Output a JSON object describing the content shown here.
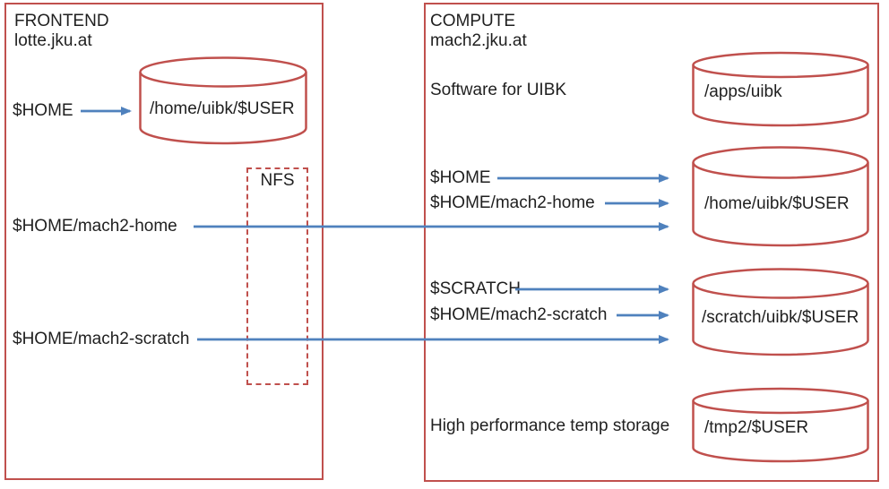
{
  "colors": {
    "box_red": "#c0504d",
    "arrow_blue": "#4f81bd",
    "text": "#1f1f1f"
  },
  "frontend": {
    "title": "FRONTEND",
    "hostname": "lotte.jku.at",
    "home_label": "$HOME",
    "home_cylinder": "/home/uibk/$USER",
    "nfs_label": "NFS",
    "mach2_home_label": "$HOME/mach2-home",
    "mach2_scratch_label": "$HOME/mach2-scratch"
  },
  "compute": {
    "title": "COMPUTE",
    "hostname": "mach2.jku.at",
    "software_label": "Software for UIBK",
    "apps_cylinder": "/apps/uibk",
    "home_label": "$HOME",
    "mach2_home_label": "$HOME/mach2-home",
    "home_cylinder": "/home/uibk/$USER",
    "scratch_label": "$SCRATCH",
    "mach2_scratch_label": "$HOME/mach2-scratch",
    "scratch_cylinder": "/scratch/uibk/$USER",
    "temp_label": "High performance temp storage",
    "tmp_cylinder": "/tmp2/$USER"
  }
}
